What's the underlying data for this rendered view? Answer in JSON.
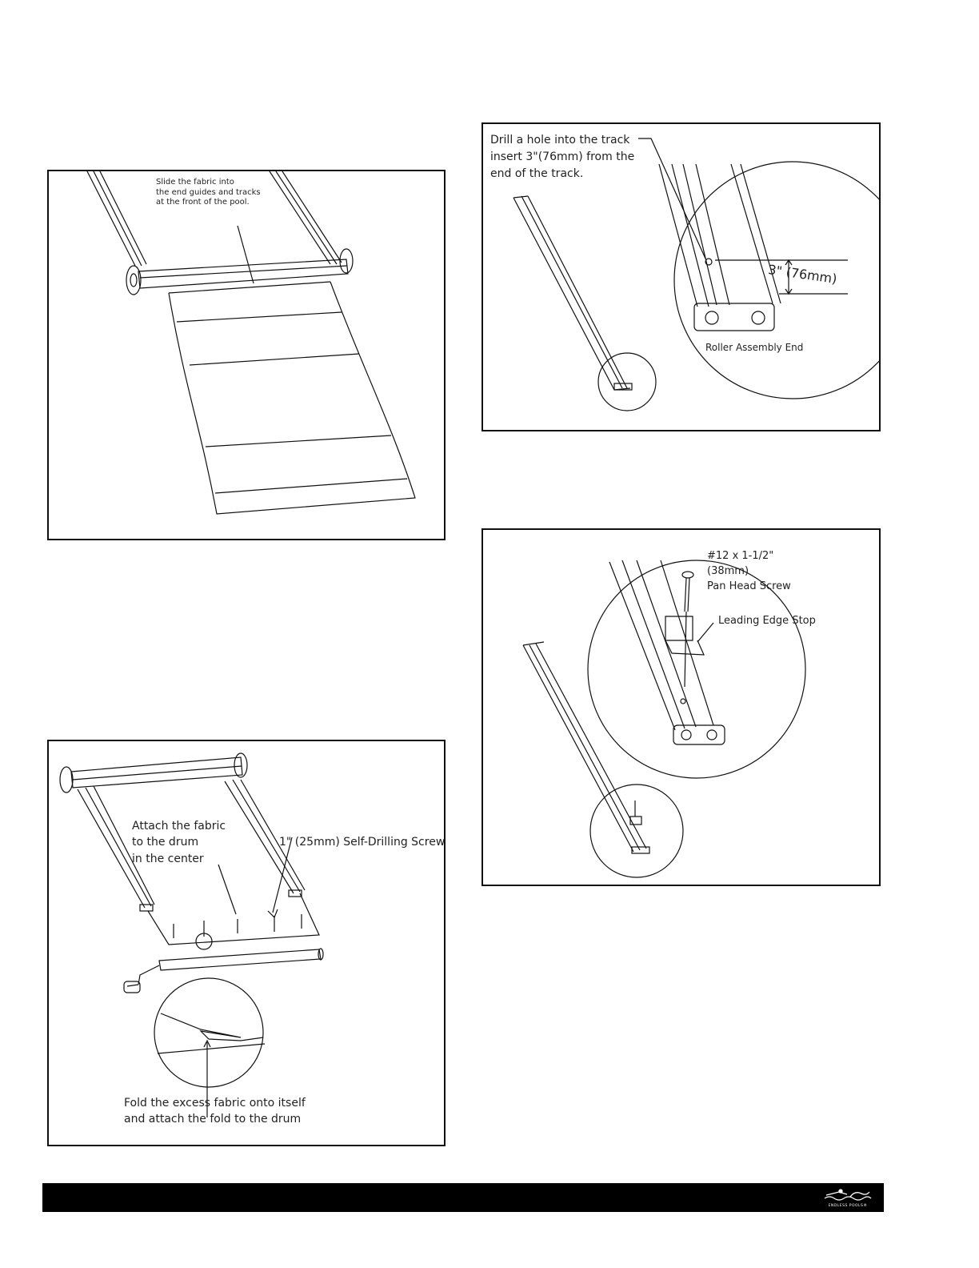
{
  "panels": {
    "slide_fabric": {
      "caption": [
        "Slide the fabric into",
        "the end guides and tracks",
        "at the front of the pool."
      ]
    },
    "drill_hole": {
      "caption": [
        "Drill a hole into the track",
        "insert 3\"(76mm) from the",
        "end of the track."
      ],
      "dimension": "3\" (76mm)",
      "end_label": "Roller Assembly End"
    },
    "attach_fabric": {
      "caption_center": [
        "Attach the fabric",
        "to the drum",
        "in the center"
      ],
      "screw_label": "1\" (25mm) Self-Drilling Screw",
      "fold_caption": [
        "Fold the excess fabric onto itself",
        "and attach the fold to the drum"
      ]
    },
    "edge_stop": {
      "screw_label": [
        "#12 x 1-1/2\"",
        "(38mm)",
        "Pan Head Screw"
      ],
      "stop_label": "Leading Edge Stop"
    }
  },
  "footer": {
    "logo_text": "ENDLESS POOLS®"
  }
}
